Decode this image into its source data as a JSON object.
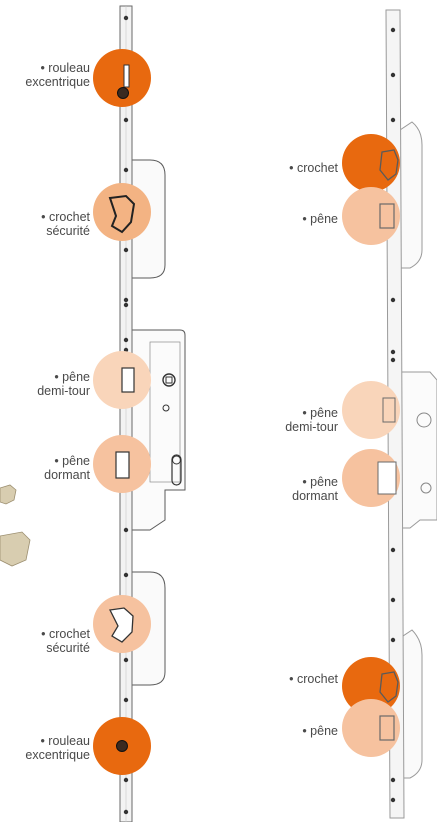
{
  "colors": {
    "accent_dark": "#e8690f",
    "accent_light": "#f6c7a6",
    "strip": "#f1f1f1",
    "strip_stroke": "#7a7a7a",
    "text": "#4a4a4a"
  },
  "left_panel": {
    "labels": [
      {
        "line1": "• rouleau",
        "line2": "excentrique"
      },
      {
        "line1": "• crochet",
        "line2": "sécurité"
      },
      {
        "line1": "• pêne",
        "line2": "demi-tour"
      },
      {
        "line1": "• pêne",
        "line2": "dormant"
      },
      {
        "line1": "• crochet",
        "line2": "sécurité"
      },
      {
        "line1": "• rouleau",
        "line2": "excentrique"
      }
    ]
  },
  "right_panel": {
    "labels": [
      {
        "line1": "• crochet",
        "line2": ""
      },
      {
        "line1": "• pêne",
        "line2": ""
      },
      {
        "line1": "• pêne",
        "line2": "demi-tour"
      },
      {
        "line1": "• pêne",
        "line2": "dormant"
      },
      {
        "line1": "• crochet",
        "line2": ""
      },
      {
        "line1": "• pêne",
        "line2": ""
      }
    ]
  }
}
